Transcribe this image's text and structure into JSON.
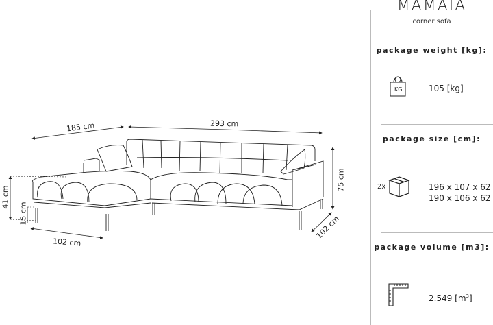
{
  "product": {
    "name": "MAMAIA",
    "type": "corner sofa"
  },
  "dimensions": {
    "chaise_length": "185 cm",
    "total_width": "293 cm",
    "height": "75 cm",
    "right_depth": "102 cm",
    "chaise_depth": "102 cm",
    "seat_height": "41 cm",
    "leg_height": "15 cm"
  },
  "specs": {
    "weight": {
      "heading": "package weight [kg]:",
      "icon": "weight-kg-icon",
      "icon_label": "KG",
      "value": "105 [kg]"
    },
    "size": {
      "heading": "package size [cm]:",
      "icon": "box-icon",
      "count": "2x",
      "values": [
        "196 x 107 x 62",
        "190 x 106 x 62"
      ]
    },
    "volume": {
      "heading": "package volume [m3]:",
      "icon": "ruler-square-icon",
      "value": "2.549 [m",
      "unit_sup": "3",
      "value_end": "]"
    }
  }
}
